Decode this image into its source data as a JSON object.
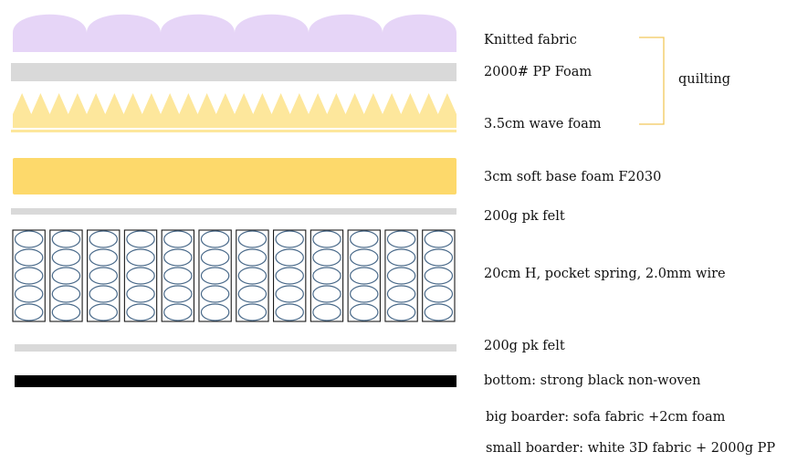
{
  "colors": {
    "knitted_fabric": "#e6d5f7",
    "pp_foam": "#d9d9d9",
    "wave_foam": "#fde79c",
    "base_foam": "#fdd96b",
    "felt": "#d9d9d9",
    "spring_stroke": "#4a6a8a",
    "spring_border": "#1a1a1a",
    "bottom": "#000000",
    "bracket": "#f2c85b"
  },
  "layers": {
    "knitted_fabric": "Knitted fabric",
    "pp_foam": "2000# PP Foam",
    "wave_foam": "3.5cm wave foam",
    "base_foam": "3cm soft base foam F2030",
    "felt_top": "200g pk felt",
    "spring": "20cm H, pocket spring, 2.0mm wire",
    "felt_bottom": "200g pk felt",
    "bottom": "bottom: strong black non-woven"
  },
  "group_label": "quilting",
  "notes": {
    "big_border": "big boarder: sofa fabric +2cm foam",
    "small_border": "small boarder: white 3D fabric + 2000g PP"
  },
  "springs": {
    "columns": 12,
    "coils_per_column": 5
  }
}
